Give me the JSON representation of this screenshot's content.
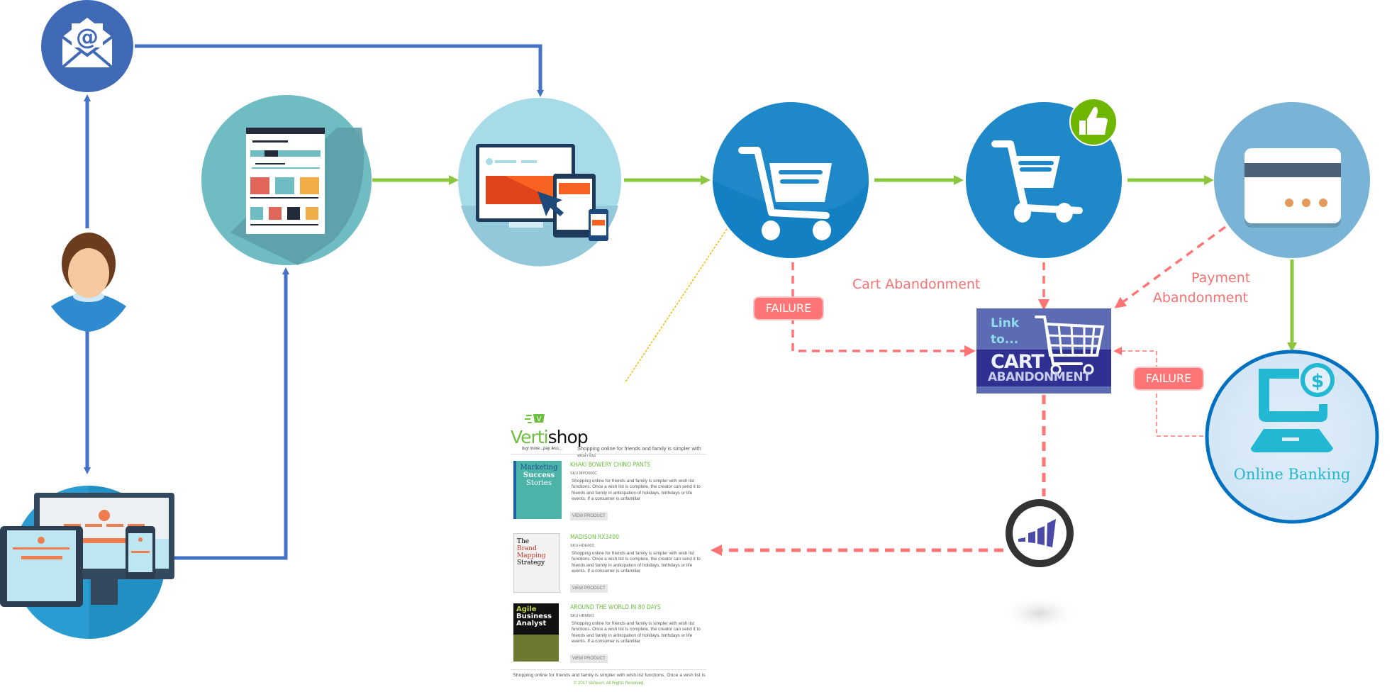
{
  "diagram": {
    "title": "Cart abandonment customer journey",
    "nodes": {
      "email": {
        "icon": "email-at-icon",
        "color": "#406ab5"
      },
      "user": {
        "icon": "user-avatar-icon"
      },
      "devices": {
        "icon": "responsive-devices-icon",
        "color": "#2b9cd1"
      },
      "webpage": {
        "icon": "webpage-layout-icon",
        "color": "#6fbdc3"
      },
      "website": {
        "icon": "website-devices-icon",
        "color": "#a8dbe8"
      },
      "cart": {
        "icon": "shopping-cart-icon",
        "color": "#1e88c8"
      },
      "cart_approved": {
        "icon": "shopping-cart-thumbs-up-icon",
        "color": "#1e88c8",
        "badge_color": "#6fb600"
      },
      "payment": {
        "icon": "credit-card-icon",
        "color": "#79b4d6"
      },
      "marketing_automation": {
        "icon": "marketo-icon"
      },
      "online_banking": {
        "label": "Online Banking",
        "icon": "laptop-dollar-icon",
        "color": "#22b7d2",
        "border": "#0070c0"
      },
      "cart_abandonment_box": {
        "line1": "Link",
        "line2": "to...",
        "line3": "CART",
        "line4": "ABANDONMENT"
      }
    },
    "labels": {
      "cart_abandonment": "Cart Abandonment",
      "payment_abandonment_1": "Payment",
      "payment_abandonment_2": "Abandonment",
      "failure_left": "FAILURE",
      "failure_right": "FAILURE"
    },
    "colors": {
      "blue_flow": "#4472c4",
      "green_flow": "#8cc63f",
      "red_flow": "#ff7575",
      "yellow_flow": "#f5b800"
    }
  },
  "email_preview": {
    "brand_prefix": "Verti",
    "brand_suffix": "shop",
    "brand_tagline": "buy more...pay less...",
    "header_text": "Shopping online for friends and family is simpler with wish list",
    "products": [
      {
        "title": "KHAKI BOWERY CHINO PANTS",
        "sku": "SKU MPD000C",
        "description": "Shopping online for friends and family is simpler with wish list functions. Once a wish list is complete, the creator can send it to friends and family in anticipation of holidays, birthdays or life events. If a consumer is unfamiliar",
        "button": "VIEW PRODUCT",
        "book": {
          "l1": "Marketing",
          "l2": "Success",
          "l3": "Stories"
        }
      },
      {
        "title": "MADISON RX3400",
        "sku": "SKU HDE003",
        "description": "Shopping online for friends and family is simpler with wish list functions. Once a wish list is complete, the creator can send it to friends and family in anticipation of holidays, birthdays or life events. If a consumer is unfamiliar",
        "button": "VIEW PRODUCT",
        "book": {
          "l1": "The",
          "l2": "Brand",
          "l3": "Mapping",
          "l4": "Strategy"
        }
      },
      {
        "title": "AROUND THE WORLD IN 80 DAYS",
        "sku": "SKU HBM001",
        "description": "Shopping online for friends and family is simpler with wish list functions. Once a wish list is complete, the creator can send it to friends and family in anticipation of holidays, birthdays or life events. If a consumer is unfamiliar",
        "button": "VIEW PRODUCT",
        "book": {
          "l1": "Agile",
          "l2": "Business",
          "l3": "Analyst"
        }
      }
    ],
    "footer_text": "Shopping online for friends and family is simpler with wish list functions. Once a wish list is",
    "copyright": "© 2017 Verticurl. All Rights Reserved."
  }
}
